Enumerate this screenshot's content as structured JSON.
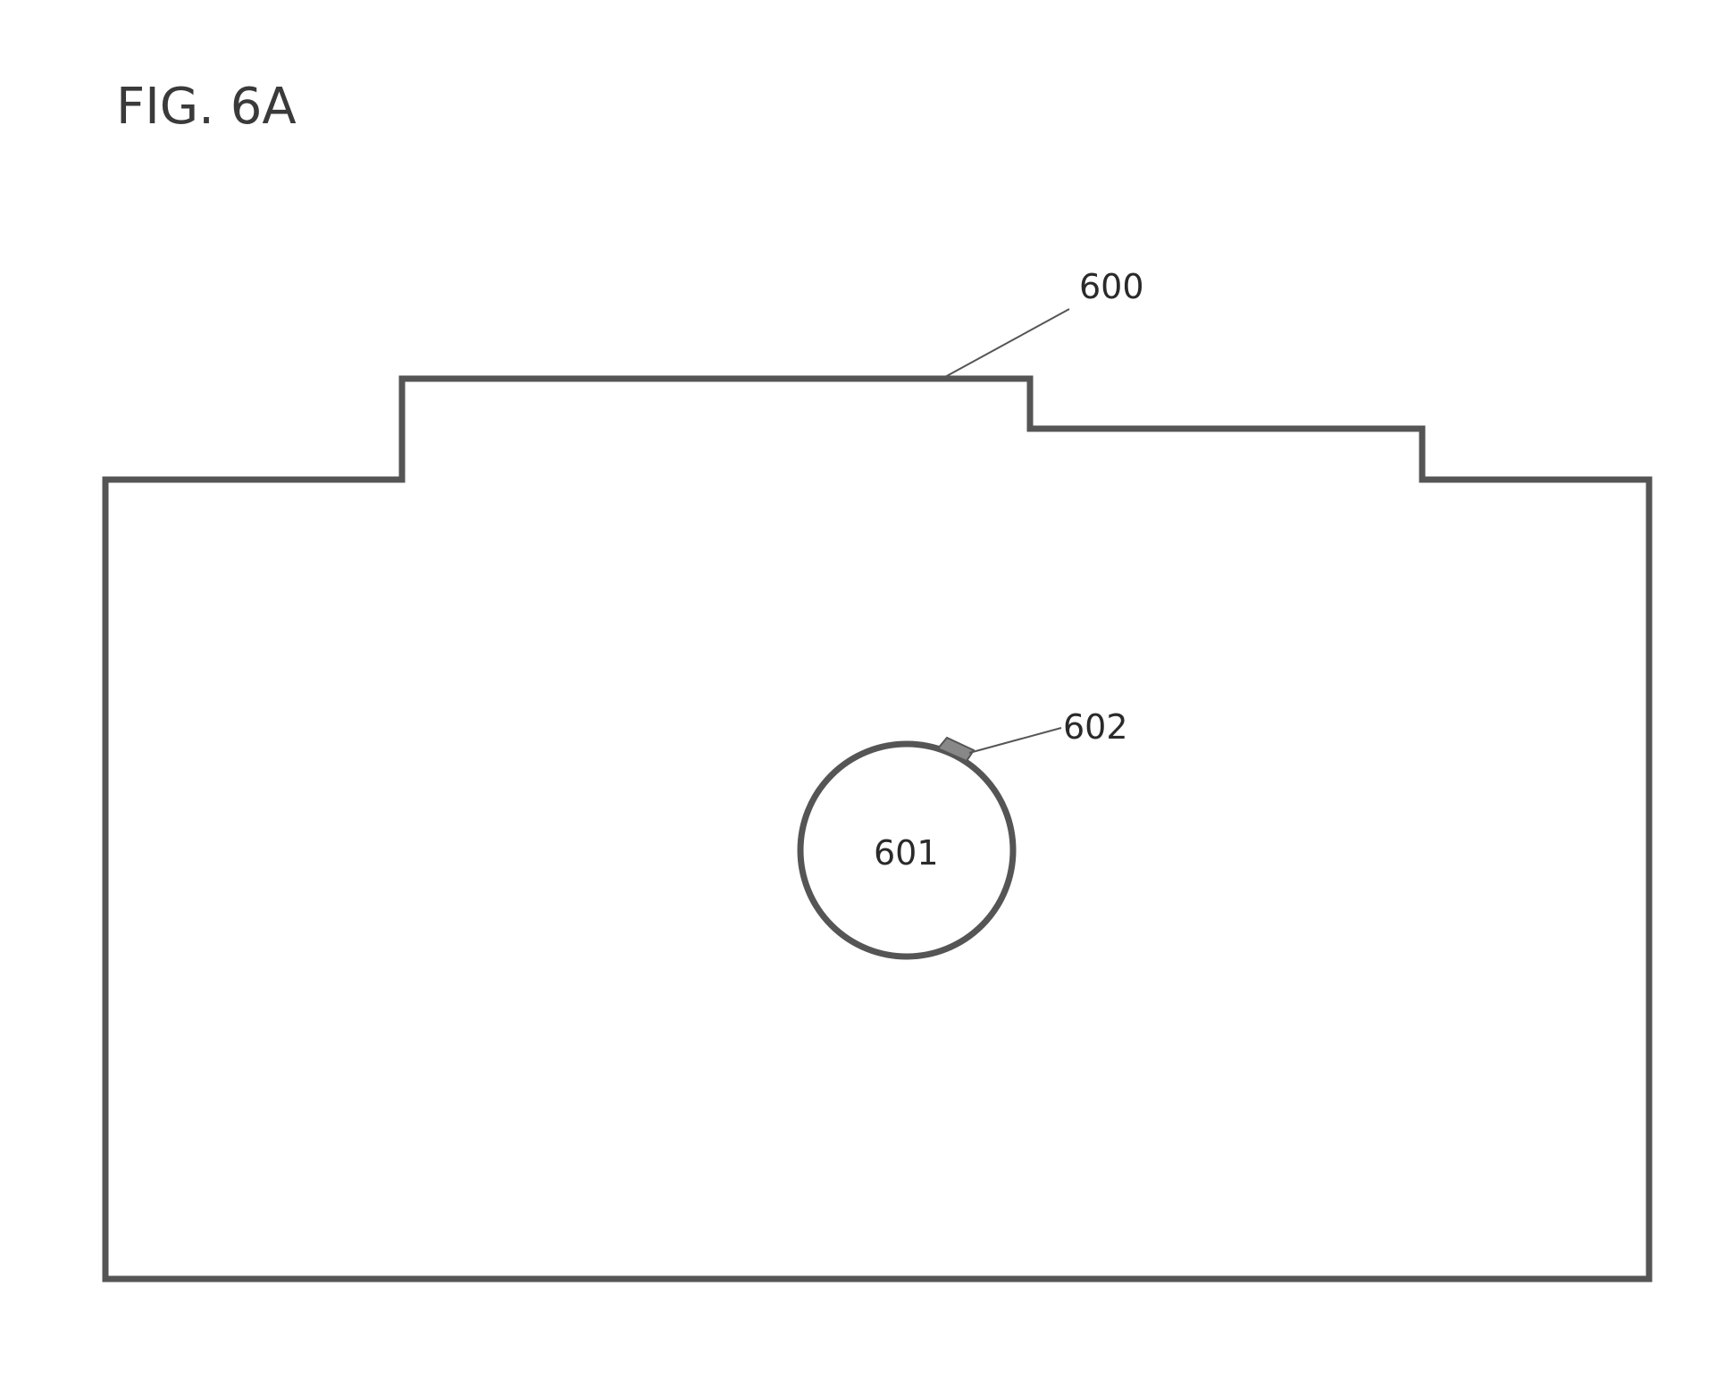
{
  "figure": {
    "title": "FIG. 6A"
  },
  "labels": {
    "housing": "600",
    "lens": "601",
    "marker": "602"
  },
  "colors": {
    "stroke": "#555555",
    "text": "#2a2a2a",
    "background": "#ffffff"
  }
}
